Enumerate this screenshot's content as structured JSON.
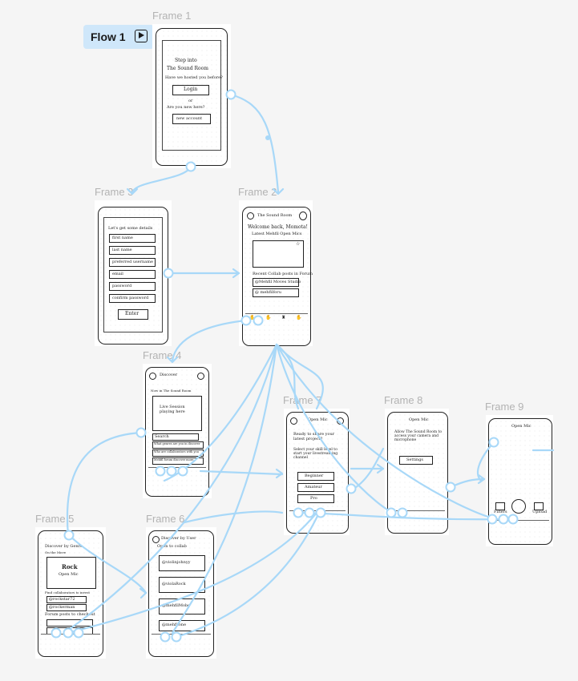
{
  "flow": {
    "label": "Flow 1",
    "icon": "play-icon"
  },
  "frames": {
    "f1": {
      "label": "Frame 1",
      "lines": [
        "Step into",
        "The Sound Room",
        "Have we hosted you before?",
        "Login",
        "or",
        "Are you new here?",
        "new account"
      ]
    },
    "f2": {
      "label": "Frame 2",
      "lines": [
        "The Sound Room",
        "Welcome back, Momota!",
        "Latest Mehfil Open Mics",
        "Recent Collab posts in Forum",
        "@Mehfil Moves Studio",
        "@ mehfilforu"
      ]
    },
    "f3": {
      "label": "Frame 3",
      "lines": [
        "Let's get some details",
        "first name",
        "last name",
        "preferred username",
        "email",
        "password",
        "confirm password",
        "Enter"
      ]
    },
    "f4": {
      "label": "Frame 4",
      "lines": [
        "Discover",
        "Now in The Sound Room",
        "Live Session playing here",
        "Search",
        "What genres are you in discover",
        "Who are collaborators with you",
        "Mehfil forum discover more"
      ]
    },
    "f5": {
      "label": "Frame 5",
      "lines": [
        "Discover by Genre",
        "On the Move",
        "Rock",
        "Open Mic",
        "Find collaborators to invest",
        "@rockstar72",
        "@rockerman",
        "Forum posts to checkout"
      ]
    },
    "f6": {
      "label": "Frame 6",
      "lines": [
        "Discover by User",
        "Open to collab",
        "@violinjohnyy",
        "@violaRock",
        "@mehfilMobe",
        "@mehfilone"
      ]
    },
    "f7": {
      "label": "Frame 7",
      "lines": [
        "Open Mic",
        "Ready to share your latest project?",
        "Select your skill level to start your livestreaming channel",
        "Beginner",
        "Amateur",
        "Pro"
      ]
    },
    "f8": {
      "label": "Frame 8",
      "lines": [
        "Open Mic",
        "Allow The Sound Room to access your camera and microphone",
        "Settings"
      ]
    },
    "f9": {
      "label": "Frame 9",
      "lines": [
        "Open Mic",
        "Filters",
        "Upload"
      ]
    }
  },
  "colors": {
    "connector": "#a8d8f8",
    "background": "#f5f5f5",
    "label": "#b3b3b3",
    "flow_tag": "#cfe7fa"
  }
}
